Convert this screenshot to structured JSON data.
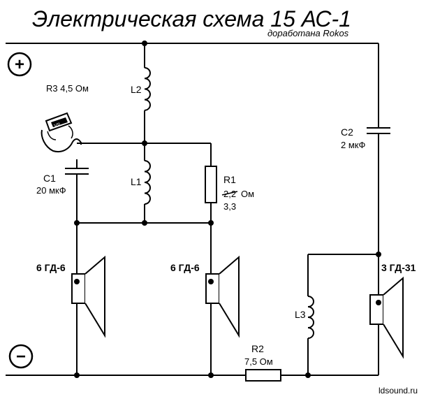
{
  "title": "Электрическая схема 15 АС-1",
  "subtitle": "доработана Rokos",
  "watermark": "ldsound.ru",
  "terminals": {
    "plus": "+",
    "minus": "−"
  },
  "components": {
    "r3": {
      "label": "R3 4,5 Ом",
      "icon_text": "VII"
    },
    "l2": {
      "label": "L2"
    },
    "l1": {
      "label": "L1"
    },
    "l3": {
      "label": "L3"
    },
    "c1": {
      "name": "C1",
      "value": "20 мкФ"
    },
    "c2": {
      "name": "C2",
      "value": "2 мкФ"
    },
    "r1": {
      "name": "R1",
      "old_value": "2,2",
      "unit": "Ом",
      "new_value": "3,3"
    },
    "r2": {
      "name": "R2",
      "value": "7,5 Ом"
    }
  },
  "speakers": [
    {
      "label": "6 ГД-6"
    },
    {
      "label": "6 ГД-6"
    },
    {
      "label": "3 ГД-31"
    }
  ],
  "colors": {
    "line": "#000000",
    "background": "#ffffff"
  }
}
